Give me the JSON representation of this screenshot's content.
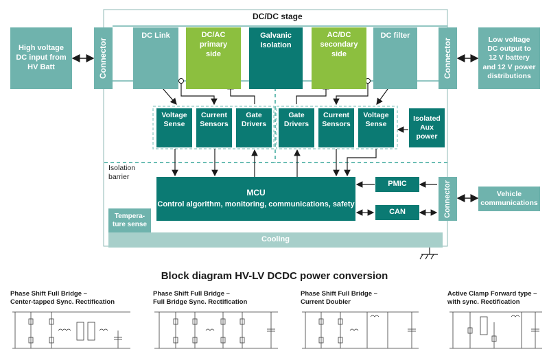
{
  "title": "Block diagram HV-LV DCDC power conversion",
  "stage_label": "DC/DC stage",
  "isolation_barrier_label": "Isolation\nbarrier",
  "blocks": {
    "hv_input": "High voltage\nDC input from\nHV Batt",
    "connector_left": "Connector",
    "dc_link": "DC Link",
    "dcac": "DC/AC\nprimary\nside",
    "galvanic": "Galvanic\nIsolation",
    "acdc": "AC/DC\nsecondary\nside",
    "dc_filter": "DC filter",
    "connector_right_top": "Connector",
    "lv_output": "Low voltage\nDC output to\n12 V battery\nand 12 V power\ndistributions",
    "voltage_sense_1": "Voltage\nSense",
    "current_sensors_1": "Current\nSensors",
    "gate_drivers_1": "Gate\nDrivers",
    "gate_drivers_2": "Gate\nDrivers",
    "current_sensors_2": "Current\nSensors",
    "voltage_sense_2": "Voltage\nSense",
    "isolated_aux": "Isolated\nAux\npower",
    "mcu_title": "MCU",
    "mcu_sub": "Control algorithm, monitoring, communications, safety",
    "pmic": "PMIC",
    "can": "CAN",
    "connector_right_bottom": "Connector",
    "vehicle_comm": "Vehicle\ncommunications",
    "temp_sense": "Tempera-\nture sense",
    "cooling": "Cooling"
  },
  "schematics": [
    {
      "title": "Phase Shift Full Bridge –\nCenter-tapped Sync. Rectification"
    },
    {
      "title": "Phase Shift Full Bridge –\nFull Bridge Sync. Rectification"
    },
    {
      "title": "Phase Shift Full Bridge –\nCurrent Doubler"
    },
    {
      "title": "Active Clamp Forward type –\nwith sync. Rectification"
    }
  ],
  "colors": {
    "light_teal": "#6fb3ad",
    "dark_teal": "#0b7a73",
    "green": "#8cbf3f",
    "cooling_gray": "#bfd9d6",
    "dashed_barrier": "#3aa79c"
  }
}
